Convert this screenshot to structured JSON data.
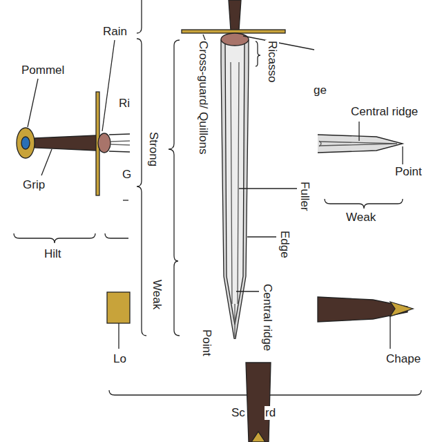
{
  "diagram": {
    "labels": [
      "Rain",
      "Pommel",
      "Ri",
      "Cross-guard/ Quillons",
      "Ricasso",
      "ge",
      "Central ridge",
      "Strong",
      "Point",
      "Grip",
      "G",
      "Fuller",
      "Weak",
      "Edge",
      "Hilt",
      "Weak",
      "Central ridge",
      "Point",
      "Lo",
      "Chape",
      "Sc",
      "rd"
    ]
  }
}
